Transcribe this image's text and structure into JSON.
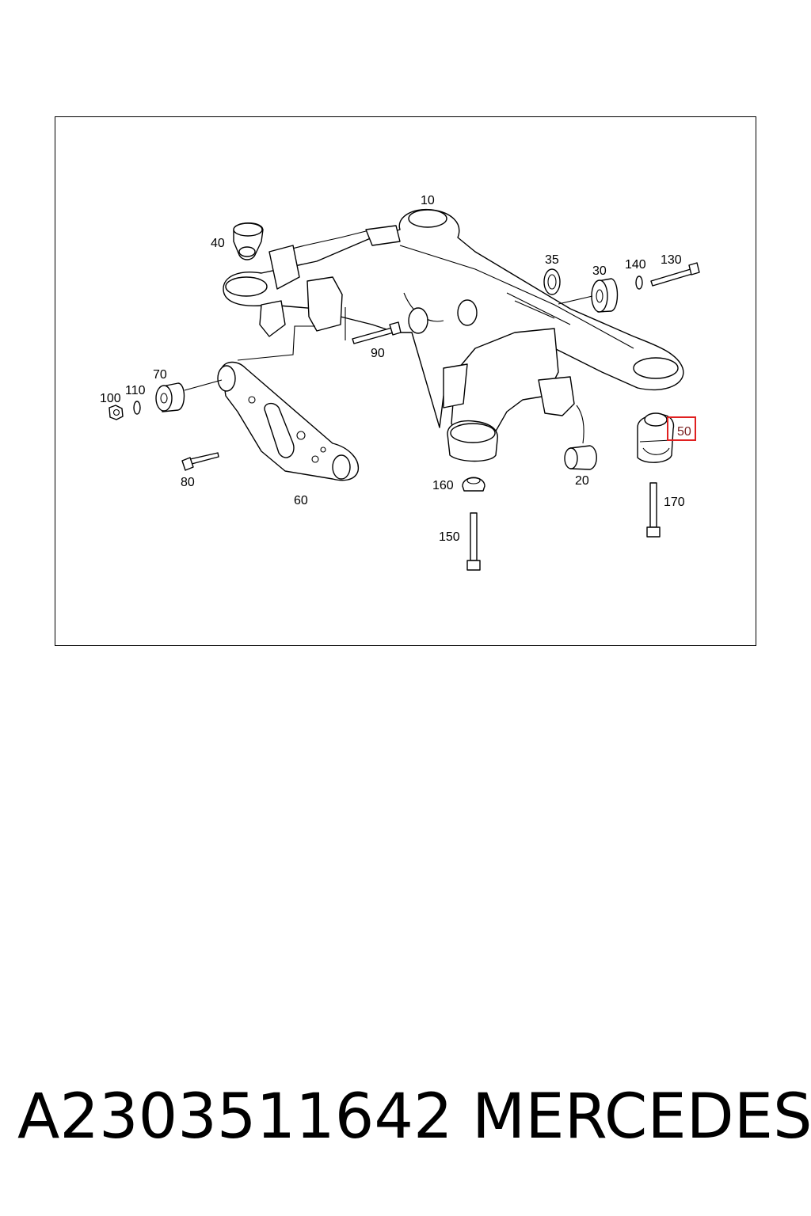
{
  "diagram": {
    "callouts": {
      "p10": "10",
      "p20": "20",
      "p30": "30",
      "p35": "35",
      "p40": "40",
      "p50": "50",
      "p60": "60",
      "p70": "70",
      "p80": "80",
      "p90": "90",
      "p100": "100",
      "p110": "110",
      "p130": "130",
      "p140": "140",
      "p150": "150",
      "p160": "160",
      "p170": "170"
    },
    "highlighted_callout": "50",
    "highlight_color": "#e02020"
  },
  "footer": {
    "part_number": "A2303511642",
    "brand": "MERCEDES"
  }
}
